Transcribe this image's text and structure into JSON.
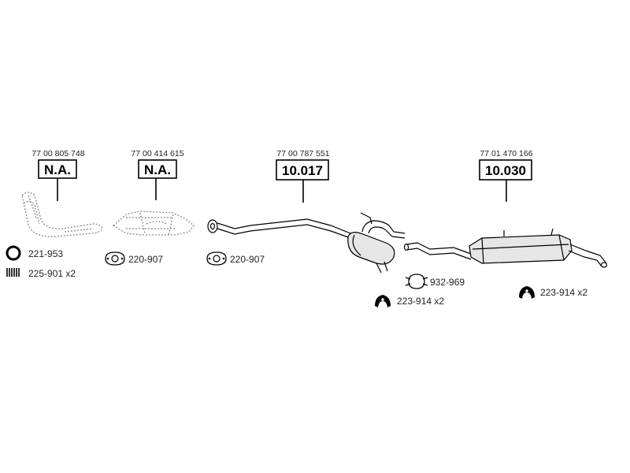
{
  "assemblies": [
    {
      "part_number": "77 00 805 748",
      "code": "N.A."
    },
    {
      "part_number": "77 00 414 615",
      "code": "N.A."
    },
    {
      "part_number": "77 00 787 551",
      "code": "10.017"
    },
    {
      "part_number": "77 01 470 166",
      "code": "10.030"
    }
  ],
  "accessories": [
    {
      "label": "221-953",
      "icon": "ring-gasket-icon"
    },
    {
      "label": "225-901 x2",
      "icon": "spring-icon"
    },
    {
      "label": "220-907",
      "icon": "flange-gasket-icon"
    },
    {
      "label": "220-907",
      "icon": "flange-gasket-icon"
    },
    {
      "label": "932-969",
      "icon": "clamp-icon"
    },
    {
      "label": "223-914 x2",
      "icon": "rubber-mount-icon"
    },
    {
      "label": "223-914 x2",
      "icon": "rubber-mount-icon"
    }
  ],
  "colors": {
    "line": "#000000",
    "part_fill": "#e6e6e6",
    "faded": "#8a8a8a"
  }
}
